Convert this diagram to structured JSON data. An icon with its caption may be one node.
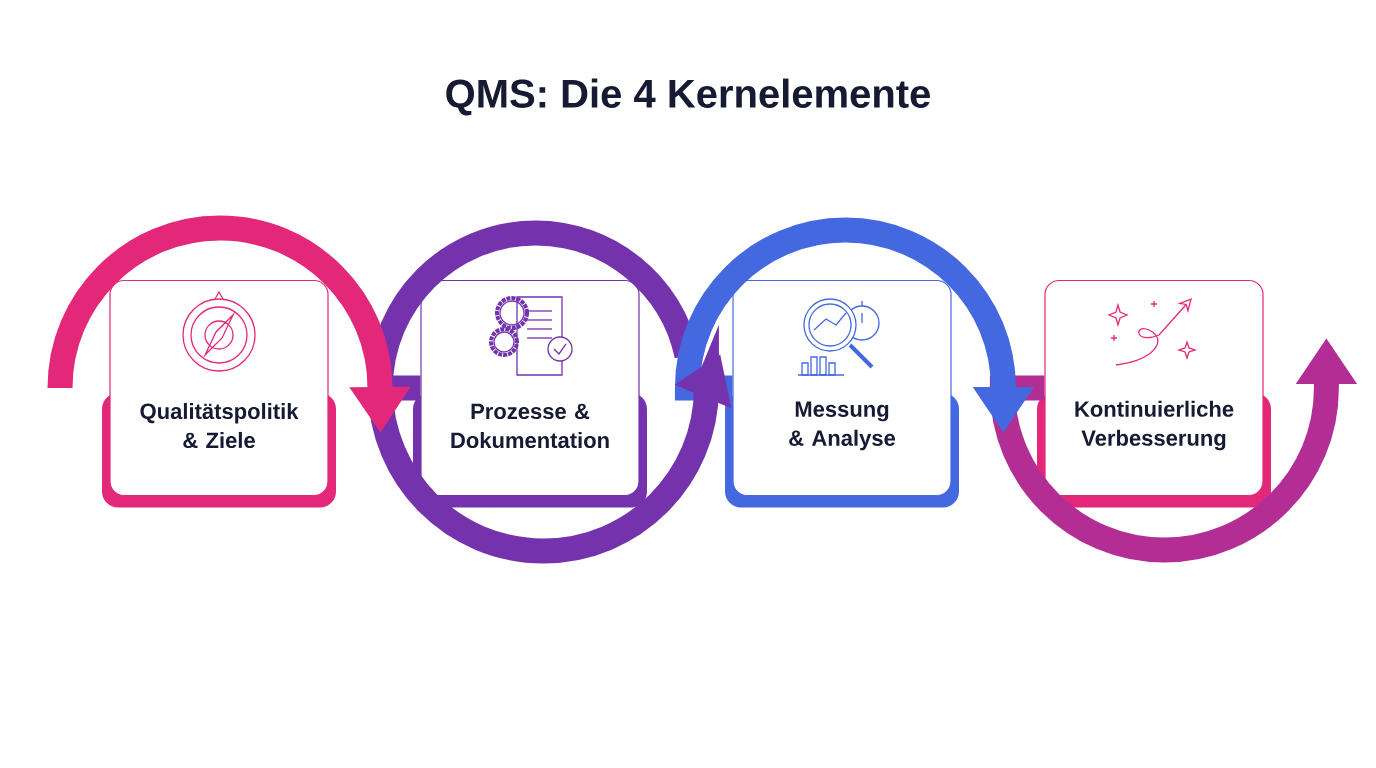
{
  "diagram": {
    "title": "QMS: Die 4 Kernelemente",
    "nodes": [
      {
        "text": [
          "Qualitätspolitik & Ziele"
        ]
      },
      {
        "text": [
          "Prozesse & Dokumentation"
        ]
      },
      {
        "text": [
          "Messung & Analyse"
        ]
      },
      {
        "text": [
          "Kontinuierliche Verbesserung"
        ]
      }
    ],
    "edges": [
      {
        "from": null,
        "to": 1,
        "arrow": "to",
        "color": "#e3287a"
      },
      {
        "from": 1,
        "to": 2,
        "arrow": "to",
        "color": "#7433ad"
      },
      {
        "from": 2,
        "to": 3,
        "arrow": "to",
        "color": "#4468e0"
      },
      {
        "from": 3,
        "to": null,
        "arrow": "to",
        "color": "#b22e95"
      }
    ]
  }
}
